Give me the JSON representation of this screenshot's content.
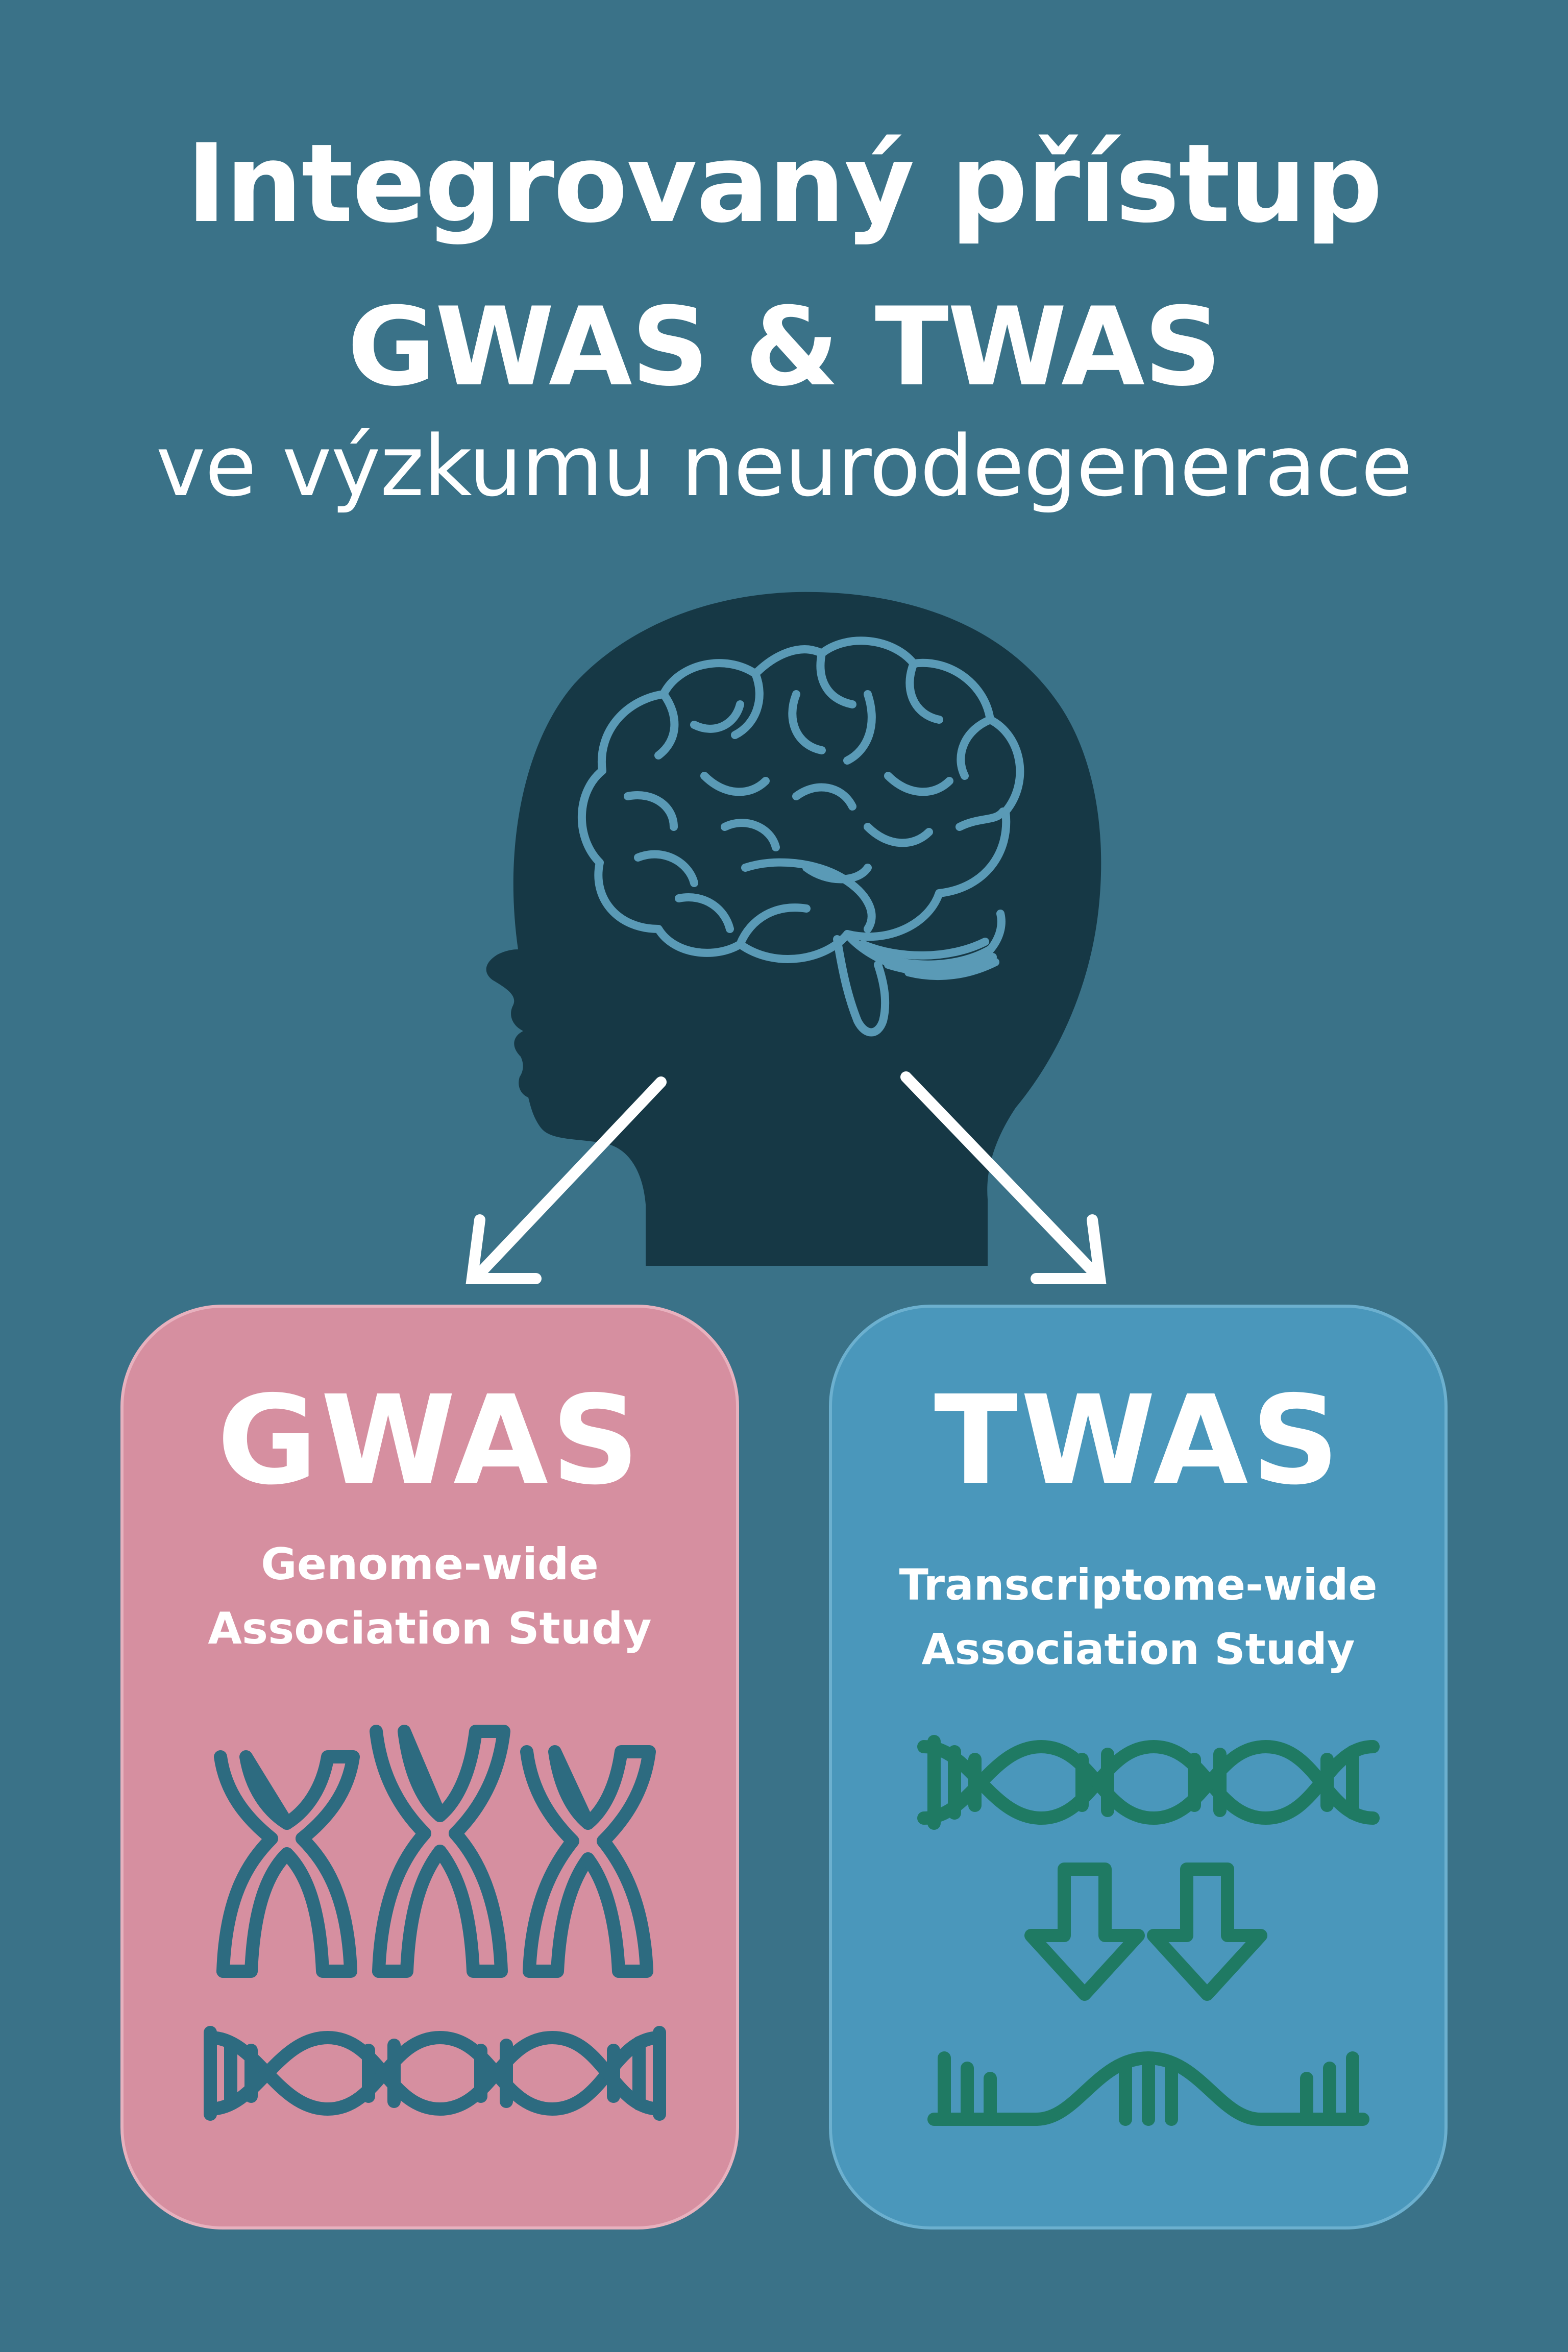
{
  "title": {
    "line1": "Integrovaný přístup",
    "line2": "GWAS & TWAS",
    "line3": "ve výzkumu neurodegenerace"
  },
  "illustration": {
    "head_icon": "human-head-silhouette-icon",
    "brain_icon": "brain-icon",
    "arrows": [
      "arrow-down-left-icon",
      "arrow-down-right-icon"
    ]
  },
  "cards": {
    "gwas": {
      "heading": "GWAS",
      "subtitle_line1": "Genome-wide",
      "subtitle_line2": "Association Study",
      "icons": [
        "chromosome-icon",
        "chromosome-icon",
        "chromosome-icon",
        "dna-helix-icon"
      ],
      "color": "#d68fa0"
    },
    "twas": {
      "heading": "TWAS",
      "subtitle_line1": "Transcriptome-wide",
      "subtitle_line2": "Association Study",
      "icons": [
        "dna-helix-icon",
        "down-arrow-icon",
        "down-arrow-icon",
        "rna-strand-icon"
      ],
      "color": "#4a97bb"
    }
  },
  "colors": {
    "background": "#3a7288",
    "head": "#163845",
    "brain_lines": "#5a9ab6",
    "gwas_icons": "#2d6b80",
    "twas_icons": "#1f7a63"
  }
}
